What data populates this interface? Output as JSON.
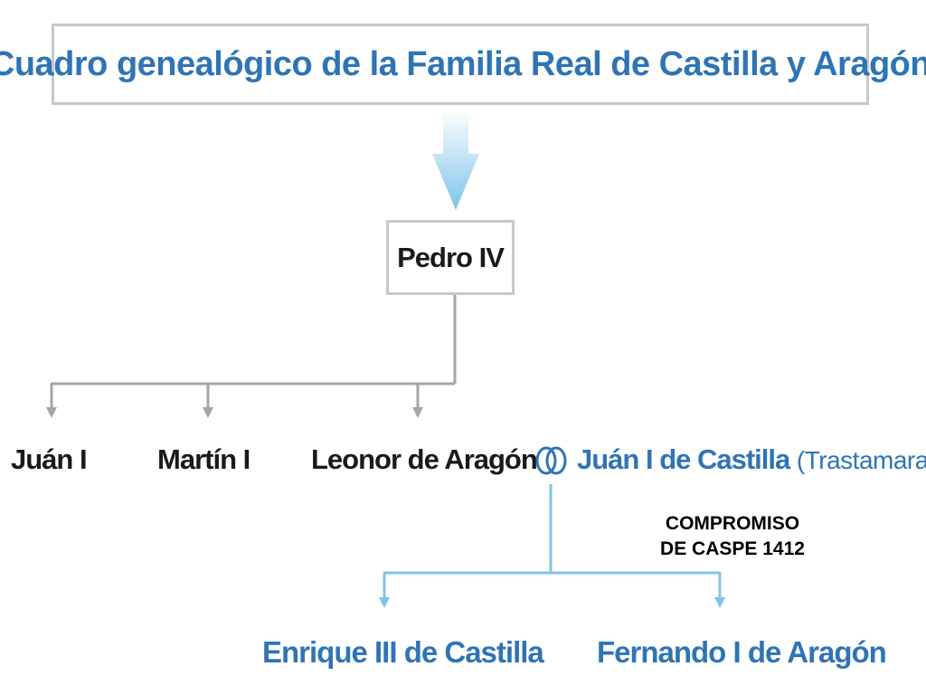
{
  "title": "Cuadro genealógico de la Familia Real de Castilla y Aragón",
  "root": "Pedro IV",
  "children": [
    {
      "name": "Juán I"
    },
    {
      "name": "Martín I"
    },
    {
      "name": "Leonor de Aragón"
    }
  ],
  "spouse": {
    "name": "Juán I de Castilla",
    "dynasty": "(Trastamara)"
  },
  "note": {
    "line1": "COMPROMISO",
    "line2": "DE CASPE 1412"
  },
  "grandchildren": [
    {
      "name": "Enrique III de Castilla"
    },
    {
      "name": "Fernando I de Aragón"
    }
  ],
  "colors": {
    "accent_blue": "#2f74b5",
    "line_blue": "#7fc3ea",
    "line_gray": "#a6a6a6",
    "border_gray": "#c8c8c8"
  }
}
